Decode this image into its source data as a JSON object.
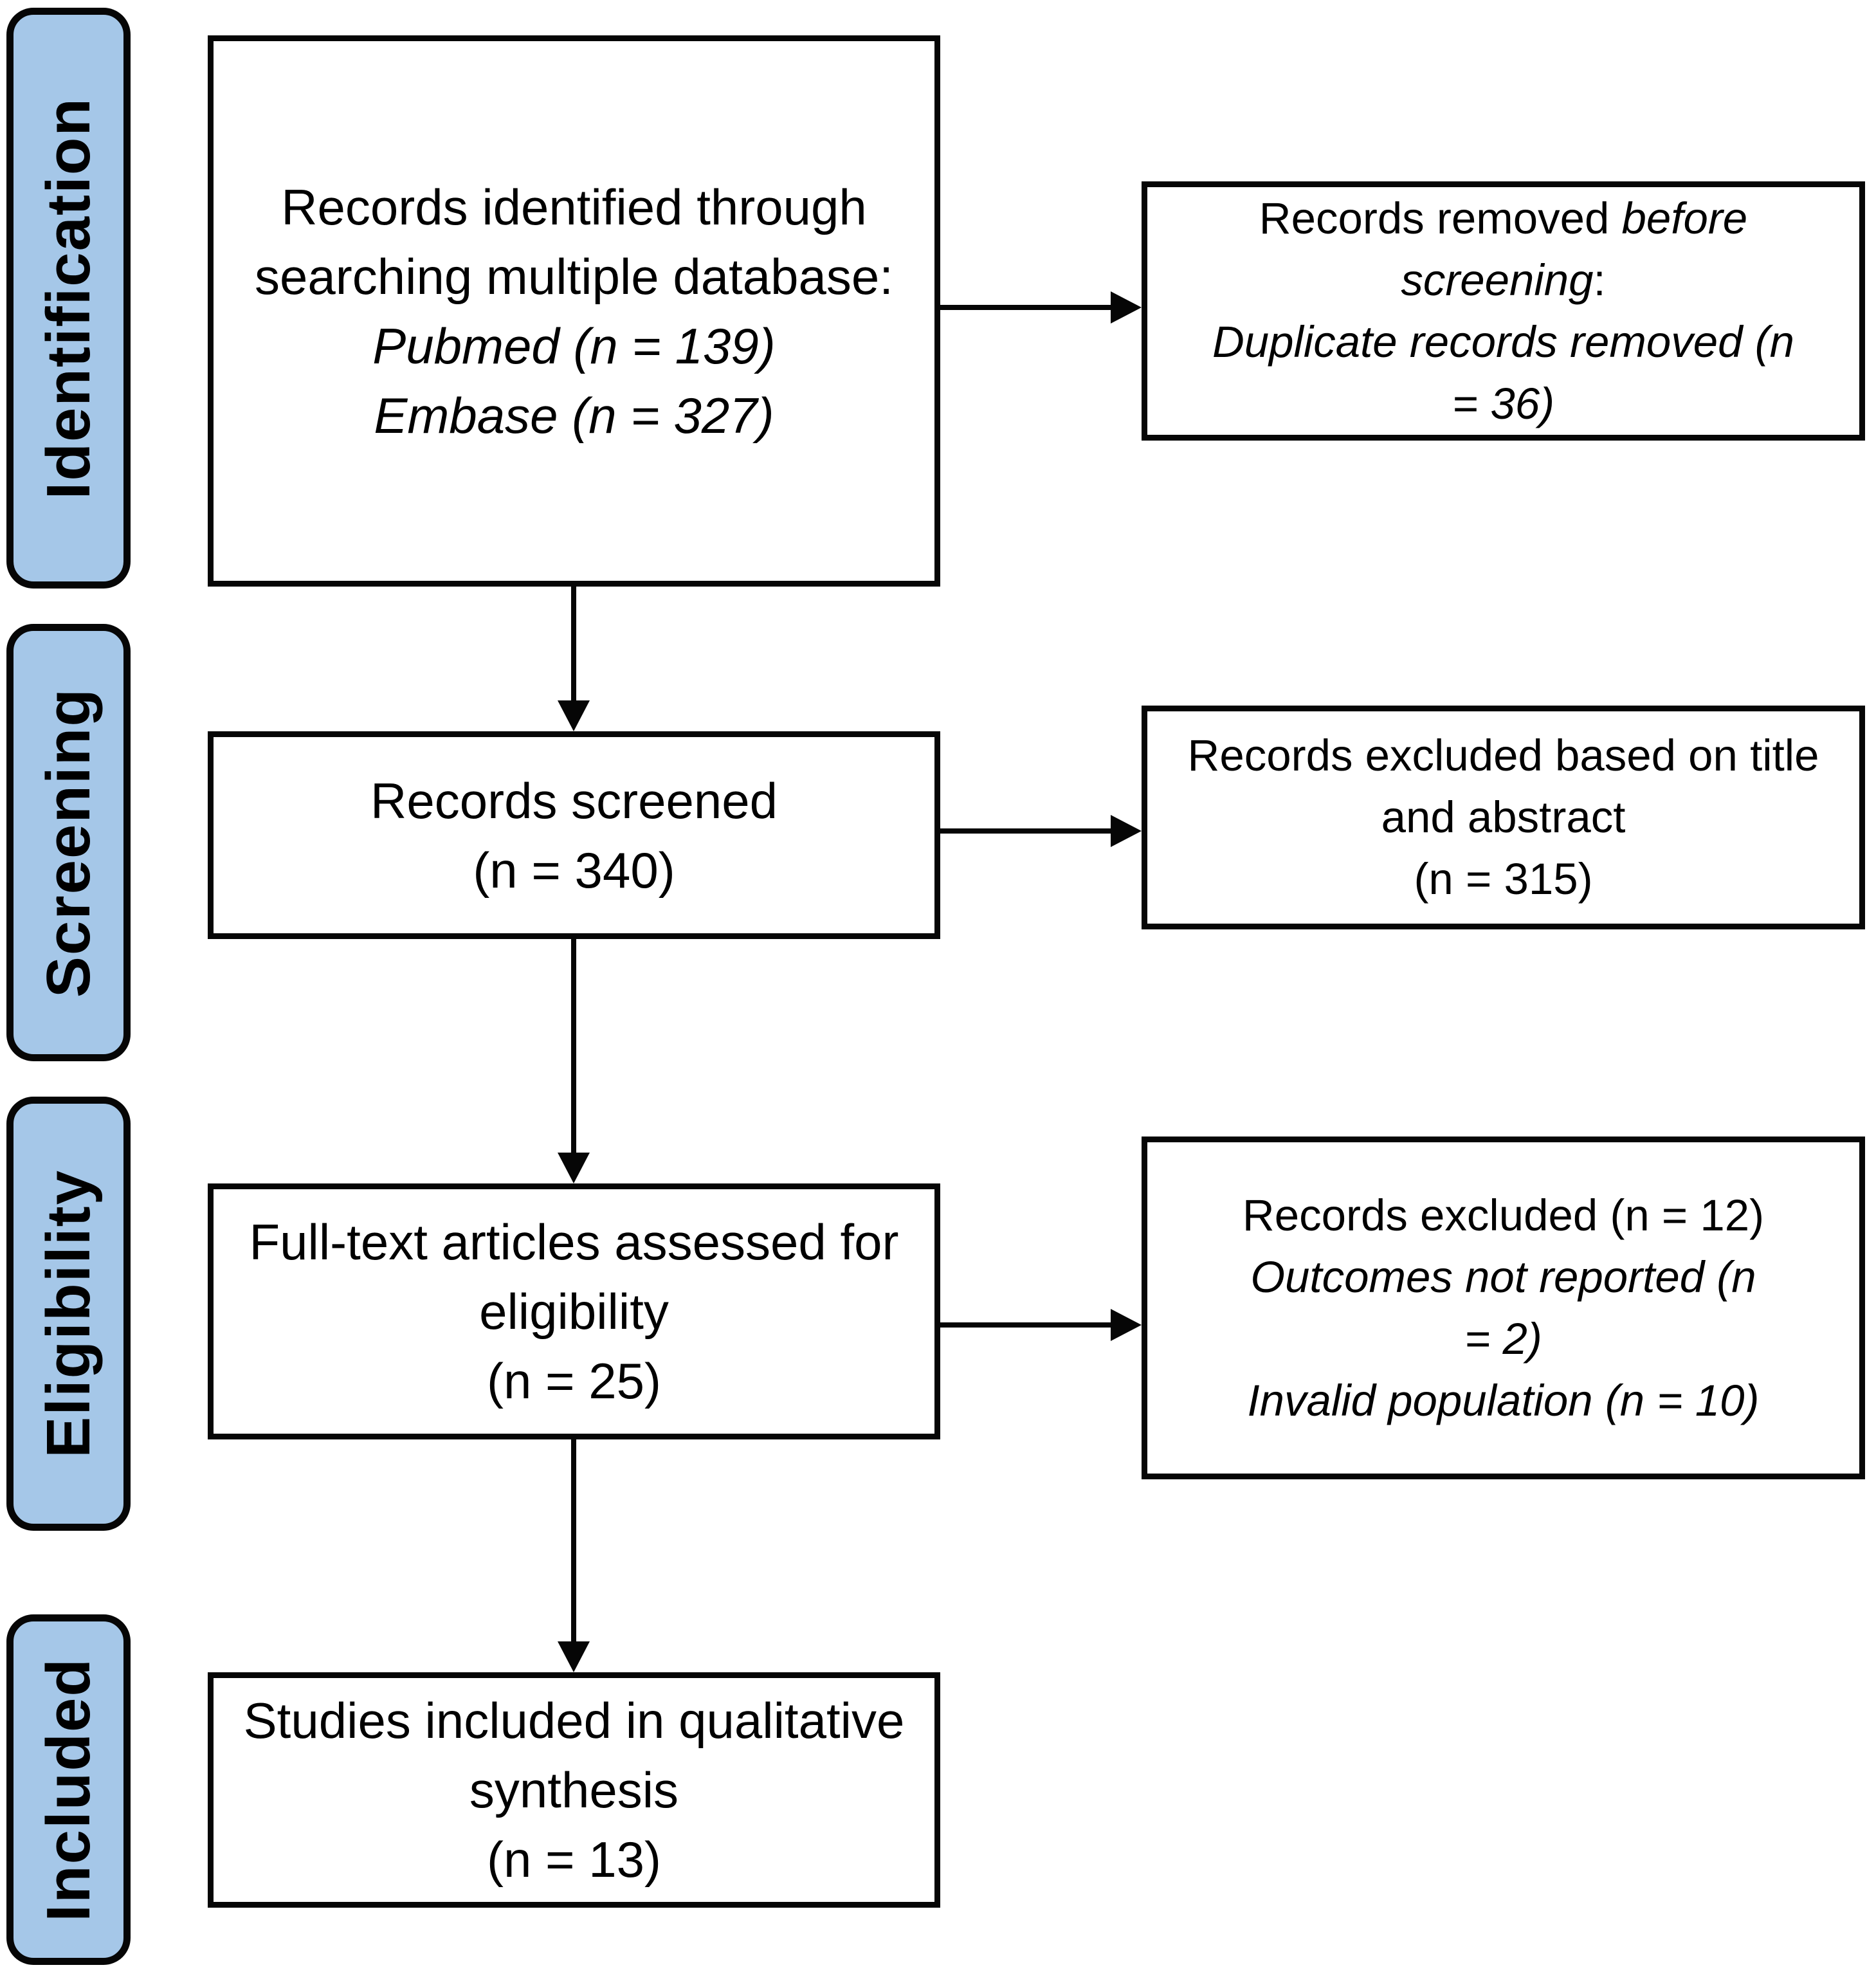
{
  "colors": {
    "stage_fill": "#A5C7E8",
    "line": "#000000",
    "box_fill": "#FFFFFF"
  },
  "stages": [
    {
      "label": "Identification"
    },
    {
      "label": "Screening"
    },
    {
      "label": "Eligibility"
    },
    {
      "label": "Included"
    }
  ],
  "boxes": {
    "identified": {
      "lines": [
        [
          {
            "t": "Records identified through"
          }
        ],
        [
          {
            "t": "searching multiple database:"
          }
        ],
        [
          {
            "t": "Pubmed (n = 139)",
            "i": true
          }
        ],
        [
          {
            "t": "Embase (n = 327)",
            "i": true
          }
        ]
      ]
    },
    "removed_before_screening": {
      "lines": [
        [
          {
            "t": "Records removed "
          },
          {
            "t": "before",
            "i": true
          }
        ],
        [
          {
            "t": "screening",
            "i": true
          },
          {
            "t": ":"
          }
        ],
        [
          {
            "t": "Duplicate records removed (n",
            "i": true
          }
        ],
        [
          {
            "t": "= 36)",
            "i": true
          }
        ]
      ]
    },
    "screened": {
      "lines": [
        [
          {
            "t": "Records screened"
          }
        ],
        [
          {
            "t": "(n = 340)"
          }
        ]
      ]
    },
    "excluded_title_abstract": {
      "lines": [
        [
          {
            "t": "Records excluded based on title"
          }
        ],
        [
          {
            "t": "and abstract"
          }
        ],
        [
          {
            "t": "(n = 315)"
          }
        ]
      ]
    },
    "fulltext_assessed": {
      "lines": [
        [
          {
            "t": "Full-text articles assessed for"
          }
        ],
        [
          {
            "t": "eligibility"
          }
        ],
        [
          {
            "t": "(n = 25)"
          }
        ]
      ]
    },
    "excluded_fulltext": {
      "lines": [
        [
          {
            "t": "Records excluded (n = 12)"
          }
        ],
        [
          {
            "t": "Outcomes not reported (n",
            "i": true
          }
        ],
        [
          {
            "t": "= 2)",
            "i": true
          }
        ],
        [
          {
            "t": "Invalid population (n = 10)",
            "i": true
          }
        ]
      ]
    },
    "included_qualitative": {
      "lines": [
        [
          {
            "t": "Studies included in qualitative"
          }
        ],
        [
          {
            "t": "synthesis"
          }
        ],
        [
          {
            "t": "(n = 13)"
          }
        ]
      ]
    }
  }
}
